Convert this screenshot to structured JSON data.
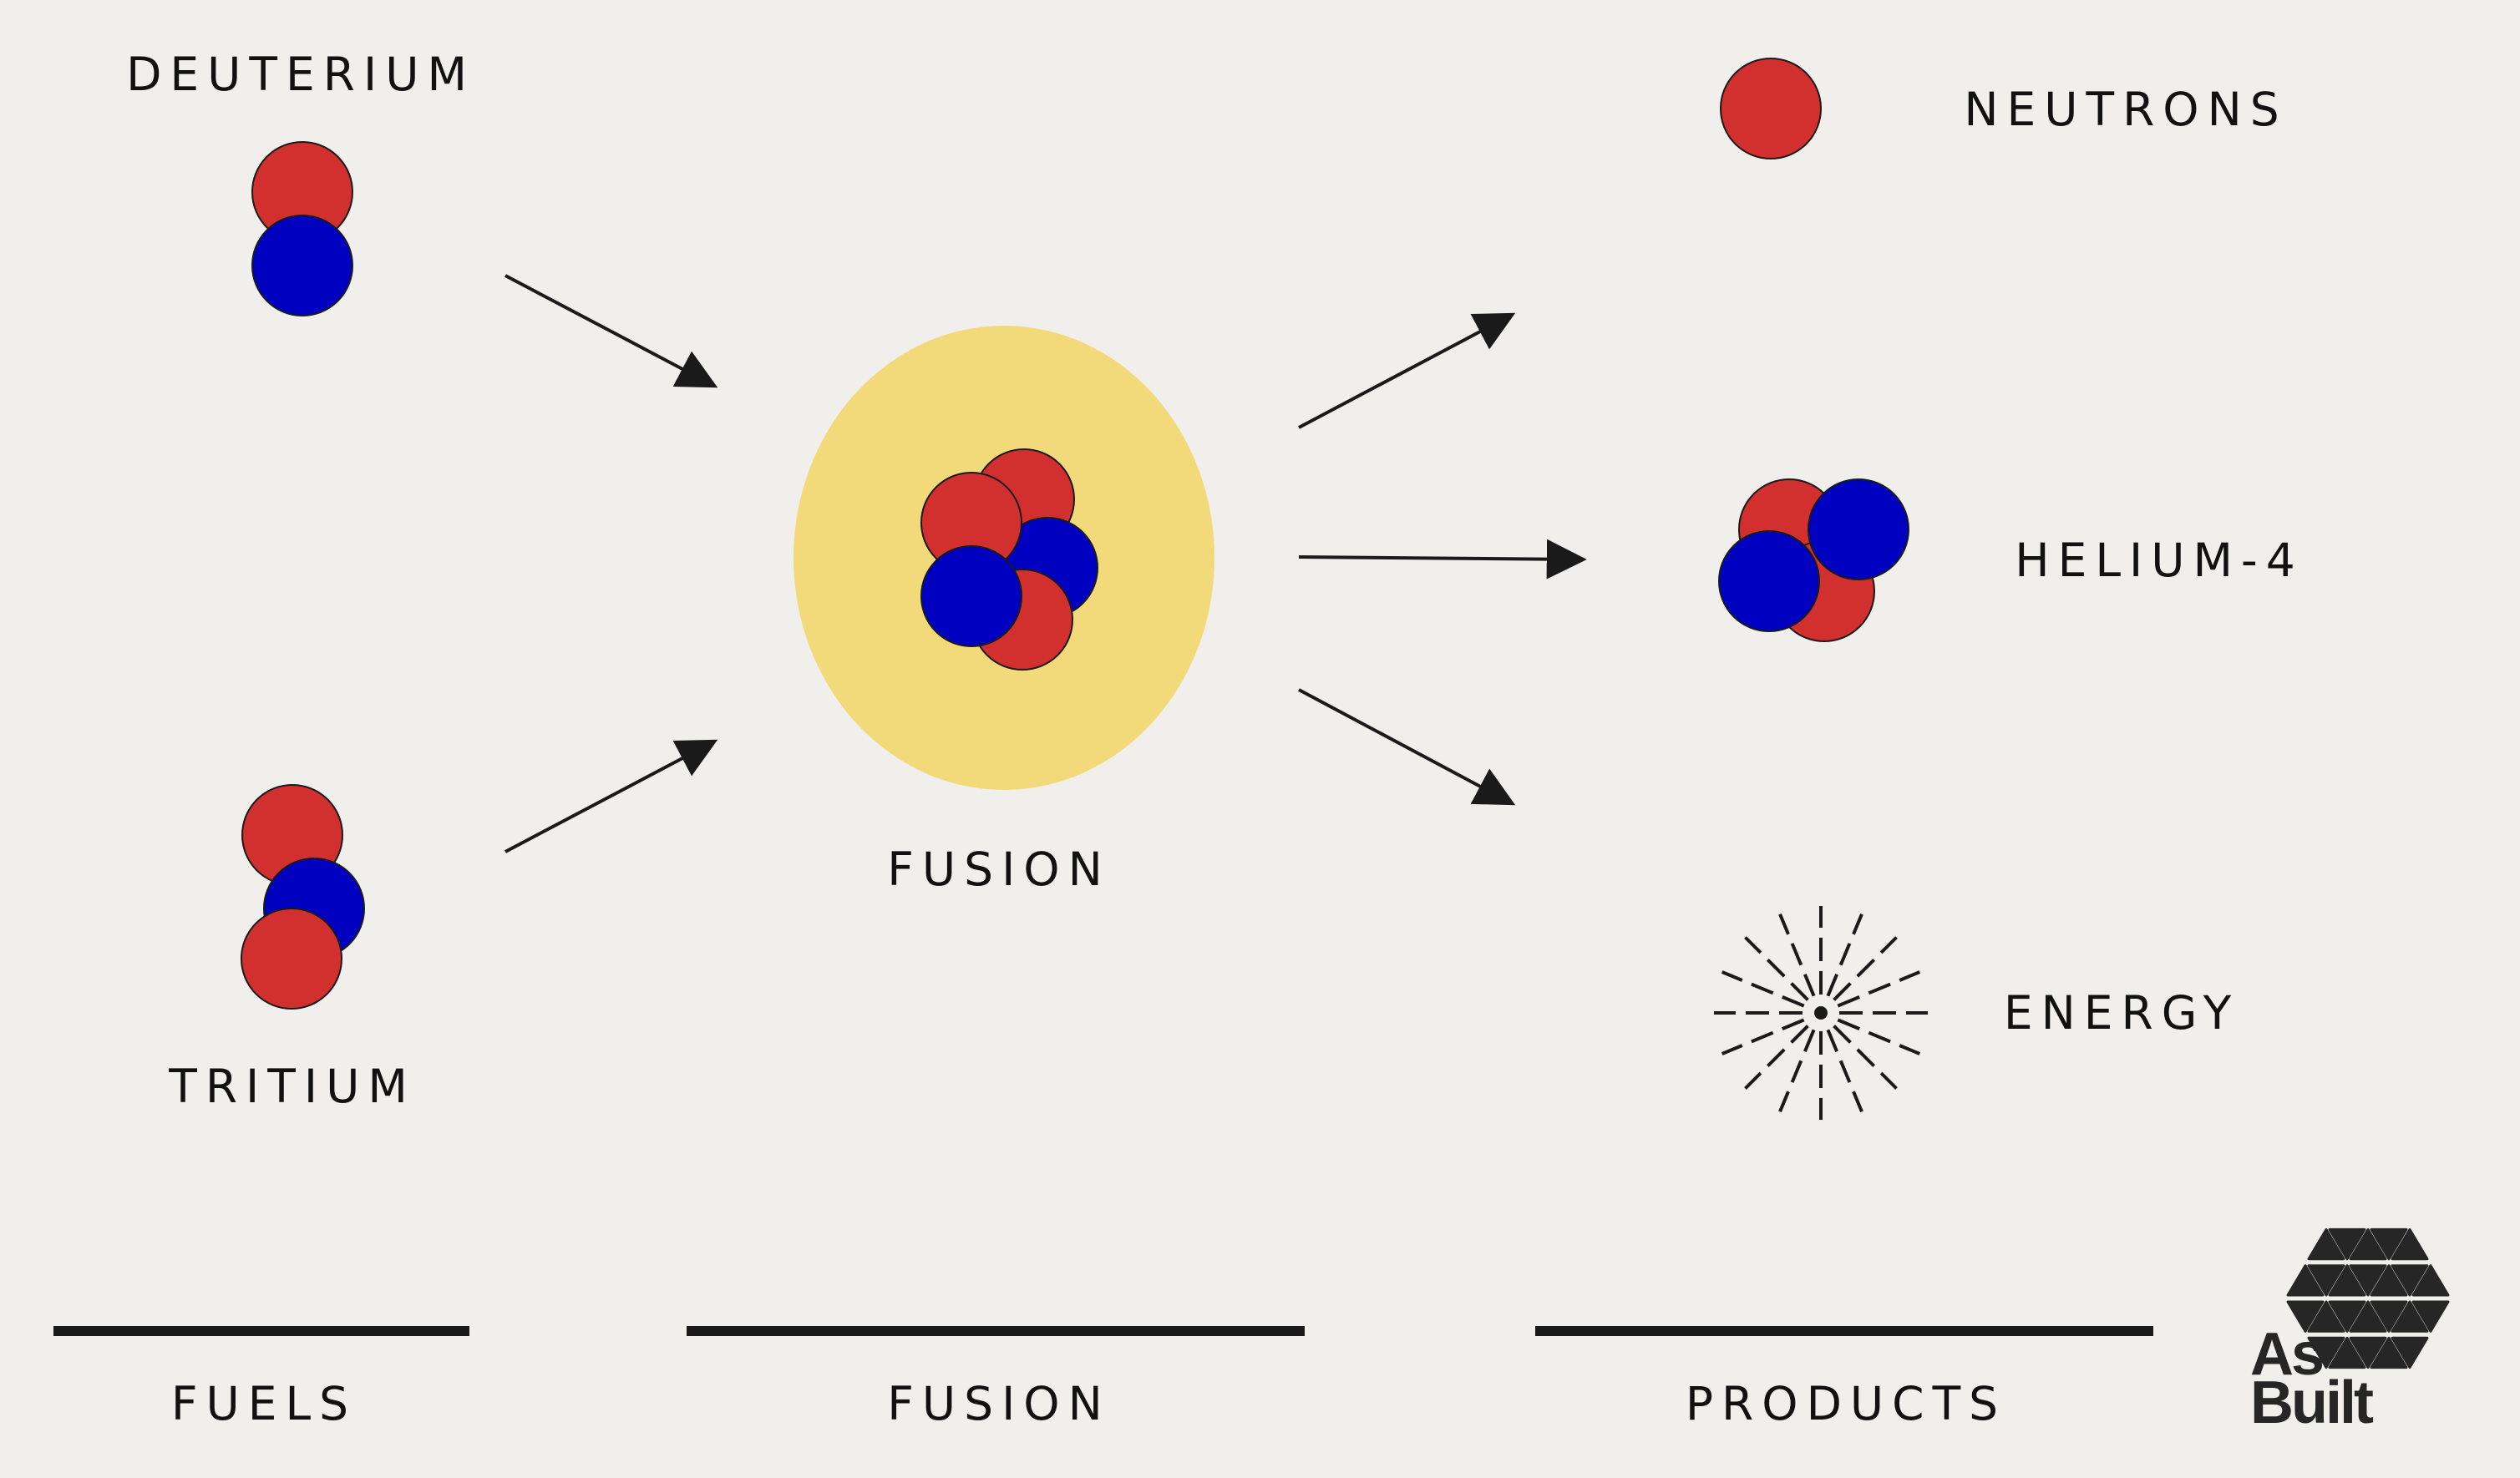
{
  "colors": {
    "background": "#f0efeb",
    "proton": "#d1302e",
    "neutron_particle": "#0000c0",
    "fusion_glow": "#f2da7a",
    "ink": "#111111",
    "logo": "#262626"
  },
  "labels": {
    "deuterium": "DEUTERIUM",
    "tritium": "TRITIUM",
    "fusion_center": "FUSION",
    "neutrons": "NEUTRONS",
    "helium": "HELIUM-4",
    "energy": "ENERGY"
  },
  "sections": {
    "fuels": "FUELS",
    "fusion": "FUSION",
    "products": "PRODUCTS"
  },
  "logo": {
    "line1": "As",
    "line2": "Built"
  },
  "icons": {
    "energy": "starburst-icon",
    "logo_mark": "hexagon-triangles-icon"
  }
}
